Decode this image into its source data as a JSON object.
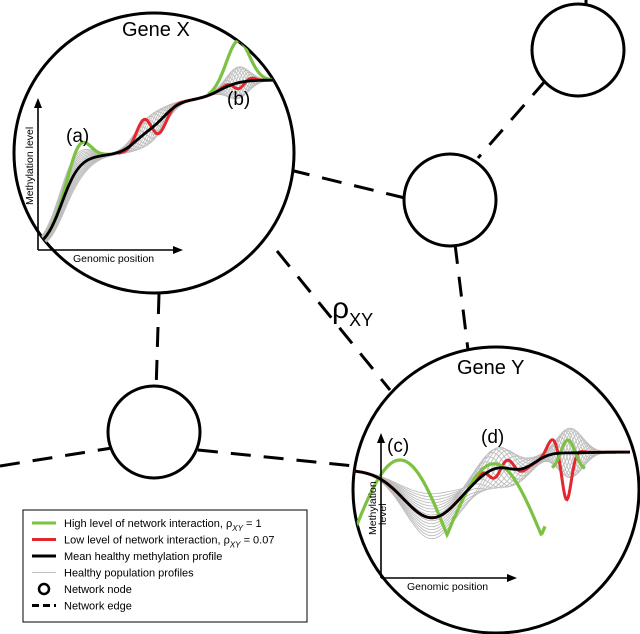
{
  "gene_x": {
    "title": "Gene X",
    "label_a": "(a)",
    "label_b": "(b)",
    "ylabel": "Methylation level",
    "xlabel": "Genomic position"
  },
  "gene_y": {
    "title": "Gene Y",
    "label_c": "(c)",
    "label_d": "(d)",
    "ylabel_line1": "Methylation",
    "ylabel_line2": "level",
    "xlabel": "Genomic position"
  },
  "correlation": {
    "symbol": "ρ",
    "subscript": "XY"
  },
  "legend": {
    "items": [
      {
        "text": "High level of network interaction, ρ",
        "sub": "XY",
        "tail": " = 1",
        "color": "#7cc142",
        "style": "line"
      },
      {
        "text": "Low level of network interaction, ρ",
        "sub": "XY",
        "tail": " = 0.07",
        "color": "#e2282e",
        "style": "line"
      },
      {
        "text": "Mean healthy methylation profile",
        "sub": "",
        "tail": "",
        "color": "#000000",
        "style": "line"
      },
      {
        "text": "Healthy population profiles",
        "sub": "",
        "tail": "",
        "color": "#bdbdbd",
        "style": "thin-line"
      },
      {
        "text": "Network node",
        "sub": "",
        "tail": "",
        "color": "#000000",
        "style": "circle"
      },
      {
        "text": "Network edge",
        "sub": "",
        "tail": "",
        "color": "#000000",
        "style": "dashed"
      }
    ]
  },
  "colors": {
    "high": "#7cc142",
    "low": "#e2282e",
    "mean": "#000000",
    "healthy": "#bdbdbd"
  }
}
